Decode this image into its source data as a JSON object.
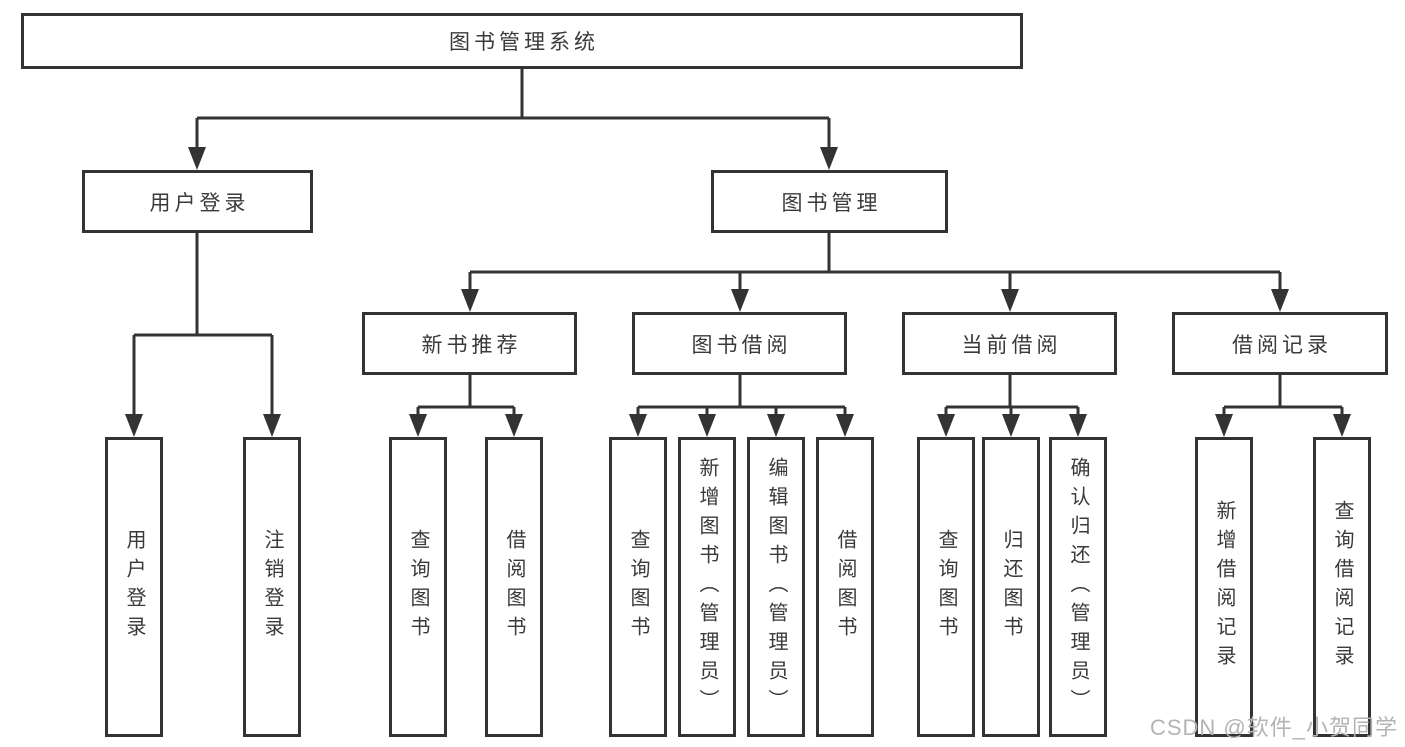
{
  "diagram": {
    "title": "图书管理系统",
    "colors": {
      "line": "#333333",
      "text": "#3a3a3a",
      "watermark": "#b3b3b3",
      "background": "#ffffff"
    }
  },
  "tree": {
    "label": "图书管理系统",
    "children": [
      {
        "label": "用户登录",
        "children": [
          {
            "label": "用户登录"
          },
          {
            "label": "注销登录"
          }
        ]
      },
      {
        "label": "图书管理",
        "children": [
          {
            "label": "新书推荐",
            "children": [
              {
                "label": "查询图书"
              },
              {
                "label": "借阅图书"
              }
            ]
          },
          {
            "label": "图书借阅",
            "children": [
              {
                "label": "查询图书"
              },
              {
                "label": "新增图书（管理员）"
              },
              {
                "label": "编辑图书（管理员）"
              },
              {
                "label": "借阅图书"
              }
            ]
          },
          {
            "label": "当前借阅",
            "children": [
              {
                "label": "查询图书"
              },
              {
                "label": "归还图书"
              },
              {
                "label": "确认归还（管理员）"
              }
            ]
          },
          {
            "label": "借阅记录",
            "children": [
              {
                "label": "新增借阅记录"
              },
              {
                "label": "查询借阅记录"
              }
            ]
          }
        ]
      }
    ]
  },
  "watermark": {
    "text": "CSDN @软件_小贺同学"
  }
}
